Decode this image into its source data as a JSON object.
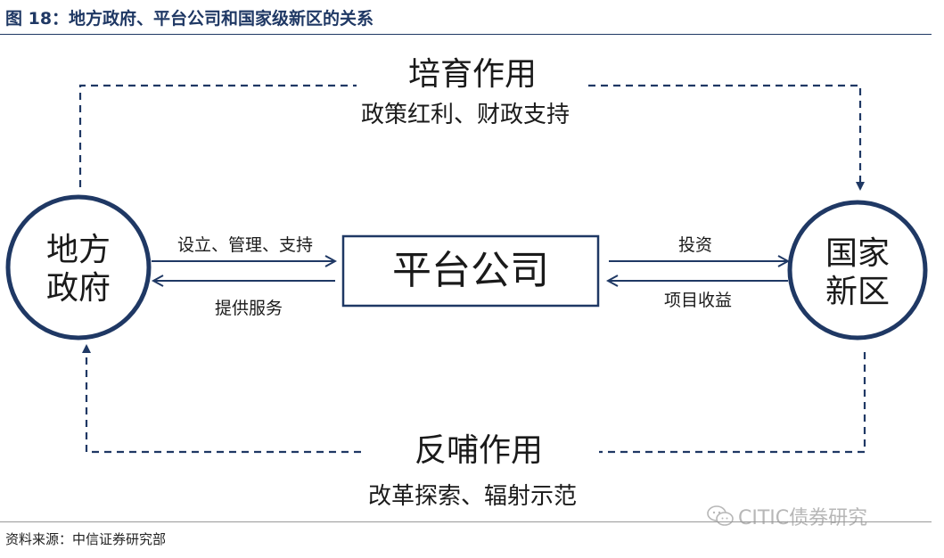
{
  "title": "图 18：地方政府、平台公司和国家级新区的关系",
  "source": "资料来源：中信证券研究部",
  "watermark": {
    "text": "CITIC债券研究",
    "icon": "wechat-icon"
  },
  "nodes": {
    "local_gov": {
      "line1": "地方",
      "line2": "政府"
    },
    "platform": {
      "label": "平台公司"
    },
    "new_district": {
      "line1": "国家",
      "line2": "新区"
    }
  },
  "edges": {
    "gov_to_platform": "设立、管理、支持",
    "platform_to_gov": "提供服务",
    "platform_to_district": "投资",
    "district_to_platform": "项目收益"
  },
  "loops": {
    "top": {
      "title": "培育作用",
      "subtitle": "政策红利、财政支持"
    },
    "bottom": {
      "title": "反哺作用",
      "subtitle": "改革探索、辐射示范"
    }
  },
  "colors": {
    "primary": "#1f3864",
    "text": "#1a1a1a",
    "watermark": "#b7b7b7"
  }
}
